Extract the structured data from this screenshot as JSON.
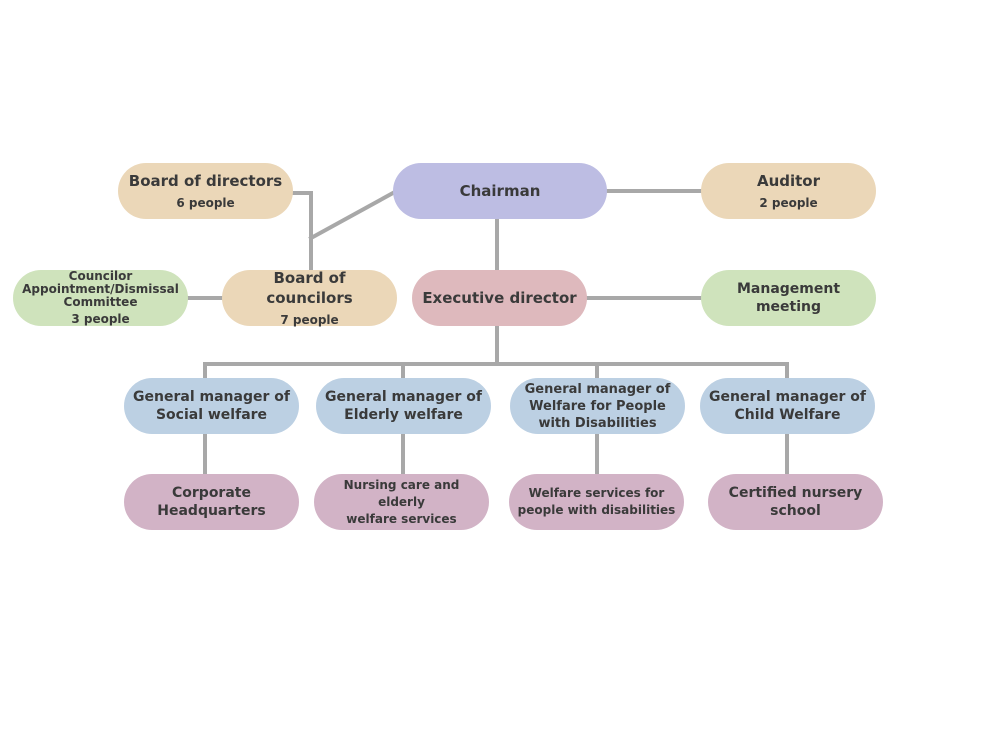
{
  "colors": {
    "chairman": "#bdbde3",
    "peach": "#ebd7b8",
    "green": "#cfe3bc",
    "pink": "#deb9bd",
    "blue": "#bcd0e3",
    "mauve": "#d2b3c6",
    "line": "#a8a8a8"
  },
  "nodes": {
    "chairman": {
      "title": "Chairman"
    },
    "board_of_directors": {
      "title": "Board of directors",
      "sub": "6 people"
    },
    "auditor": {
      "title": "Auditor",
      "sub": "2 people"
    },
    "councilor_committee": {
      "title_lines": [
        "Councilor",
        "Appointment/Dismissal",
        "Committee"
      ],
      "sub": "3 people"
    },
    "board_of_councilors": {
      "title": "Board of councilors",
      "sub": "7 people"
    },
    "executive_director": {
      "title": "Executive director"
    },
    "management_meeting": {
      "title": "Management meeting"
    },
    "gm_social": {
      "title_lines": [
        "General manager of",
        "Social welfare"
      ]
    },
    "gm_elderly": {
      "title_lines": [
        "General manager of",
        "Elderly welfare"
      ]
    },
    "gm_disabilities": {
      "title_lines": [
        "General manager of",
        "Welfare for People",
        "with Disabilities"
      ]
    },
    "gm_child": {
      "title_lines": [
        "General manager of",
        "Child Welfare"
      ]
    },
    "corporate_hq": {
      "title_lines": [
        "Corporate",
        "Headquarters"
      ]
    },
    "nursing_care": {
      "title_lines": [
        "Nursing care and elderly",
        "welfare services"
      ]
    },
    "welfare_disabilities": {
      "title_lines": [
        "Welfare services for",
        "people with disabilities"
      ]
    },
    "nursery_school": {
      "title_lines": [
        "Certified nursery",
        "school"
      ]
    }
  }
}
